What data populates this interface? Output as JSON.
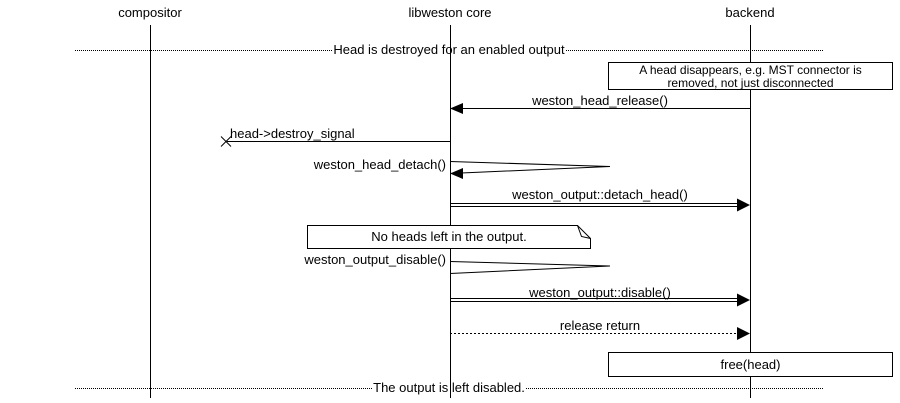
{
  "colors": {
    "line": "#000000",
    "bg": "#ffffff"
  },
  "lifelines": [
    {
      "label": "compositor"
    },
    {
      "label": "libweston core"
    },
    {
      "label": "backend"
    }
  ],
  "dividers": {
    "top": "Head is destroyed for an enabled output",
    "bottom": "The output is left disabled."
  },
  "notes": {
    "head_disappears": {
      "line1": "A head disappears, e.g. MST connector is",
      "line2": "removed, not just disconnected"
    },
    "no_heads": "No heads left in the output.",
    "free_head": "free(head)"
  },
  "messages": {
    "head_release": "weston_head_release()",
    "destroy_signal": "head->destroy_signal",
    "head_detach": "weston_head_detach()",
    "detach_head": "weston_output::detach_head()",
    "output_disable_fn": "weston_output_disable()",
    "output_disable": "weston_output::disable()",
    "release_return": "release return"
  }
}
